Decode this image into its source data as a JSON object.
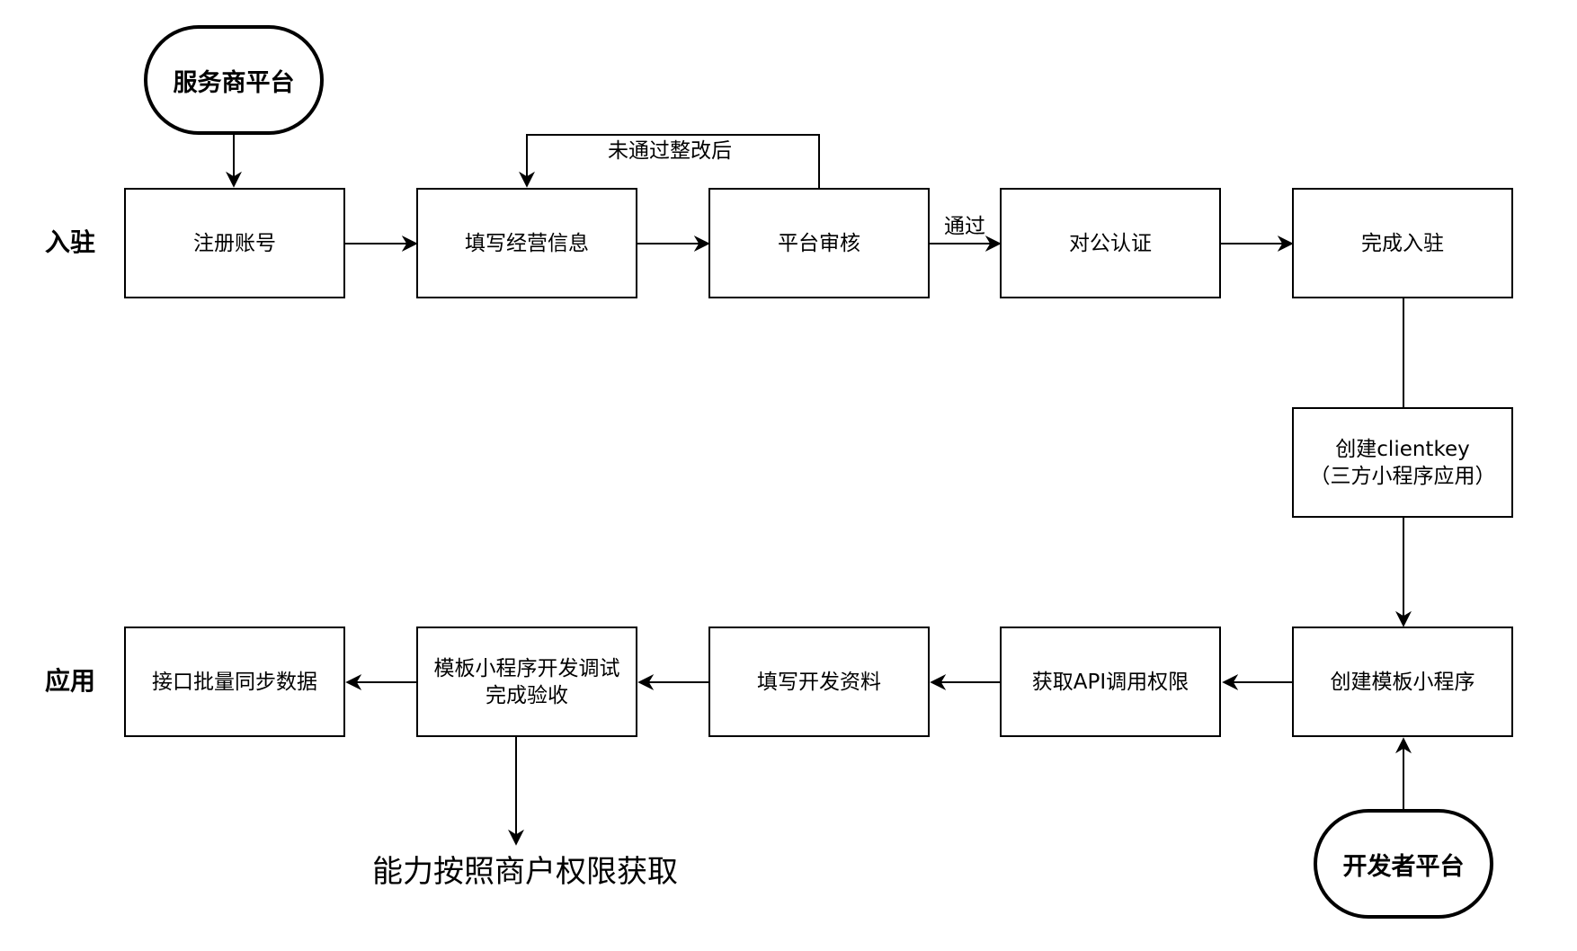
{
  "lanes": {
    "onboarding": "入驻",
    "application": "应用"
  },
  "terminals": {
    "service_platform": "服务商平台",
    "developer_platform": "开发者平台"
  },
  "nodes": {
    "register_account": "注册账号",
    "fill_business_info": "填写经营信息",
    "platform_review": "平台审核",
    "corporate_verification": "对公认证",
    "onboarding_complete": "完成入驻",
    "create_clientkey": "创建clientkey\n（三方小程序应用）",
    "create_template_miniprogram": "创建模板小程序",
    "get_api_permission": "获取API调用权限",
    "fill_dev_info": "填写开发资料",
    "template_dev_debug": "模板小程序开发调试\n完成验收",
    "batch_sync_data": "接口批量同步数据"
  },
  "edge_labels": {
    "review_failed": "未通过整改后",
    "review_passed": "通过"
  },
  "notes": {
    "capability_note": "能力按照商户权限获取"
  }
}
